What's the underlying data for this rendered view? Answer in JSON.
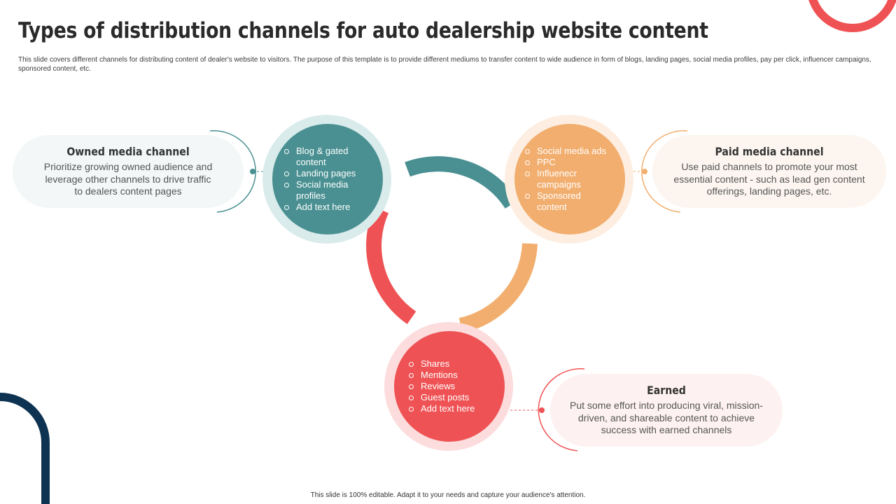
{
  "slide": {
    "title": "Types of distribution channels for auto dealership website content",
    "subtitle": "This slide covers different channels for distributing content of dealer's website to visitors. The purpose of this template is to provide different mediums to transfer content to wide audience in form of blogs, landing pages, social media  profiles, pay per click, influencer campaigns, sponsored content, etc.",
    "footer": "This slide is 100% editable. Adapt it to your needs and capture your audience's attention."
  },
  "colors": {
    "owned": "#4a9092",
    "paid": "#f2ae6e",
    "earned": "#ef5254",
    "navy": "#0e3352"
  },
  "channels": {
    "owned": {
      "heading": "Owned media channel",
      "description": "Prioritize growing owned audience and leverage other channels to drive traffic to dealers content pages",
      "items": [
        "Blog & gated content",
        "Landing pages",
        "Social media profiles",
        "Add text here"
      ]
    },
    "paid": {
      "heading": "Paid media channel",
      "description": "Use paid channels to promote your most essential content - such as lead gen content offerings, landing pages, etc.",
      "items": [
        "Social media ads",
        "PPC",
        "Influenecr campaigns",
        "Sponsored content"
      ]
    },
    "earned": {
      "heading": "Earned",
      "description": "Put some effort into producing viral, mission-driven, and shareable content to achieve success with earned channels",
      "items": [
        "Shares",
        "Mentions",
        "Reviews",
        "Guest posts",
        "Add text here"
      ]
    }
  }
}
